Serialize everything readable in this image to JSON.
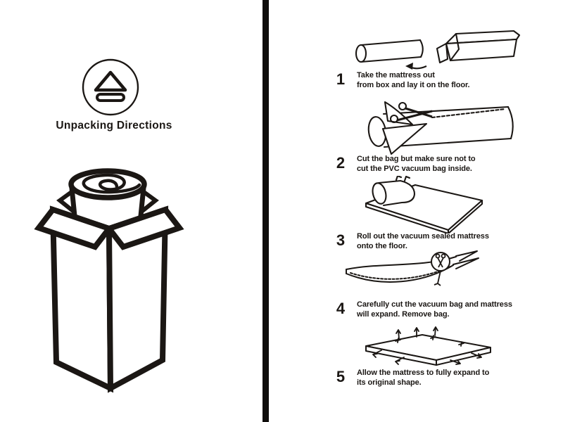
{
  "colors": {
    "background": "#ffffff",
    "ink": "#1b1714",
    "divider": "#0f0d0b"
  },
  "left_panel": {
    "icon": "eject-icon",
    "title": "Unpacking Directions",
    "illustration": "rolled-mattress-in-open-box"
  },
  "steps": [
    {
      "number": "1",
      "text": "Take the mattress out\nfrom box and lay it on the floor.",
      "illustration": "mattress-roll-taken-out-of-box"
    },
    {
      "number": "2",
      "text": "Cut the bag but make sure not to\ncut the PVC vacuum bag inside.",
      "illustration": "scissors-cutting-outer-bag"
    },
    {
      "number": "3",
      "text": "Roll out the vacuum sealed mattress\nonto the floor.",
      "illustration": "mattress-unrolling-on-floor"
    },
    {
      "number": "4",
      "text": "Carefully cut the vacuum bag and mattress\nwill expand. Remove bag.",
      "illustration": "scissors-cutting-vacuum-bag"
    },
    {
      "number": "5",
      "text": "Allow the mattress to fully expand to\nits original shape.",
      "illustration": "mattress-fully-expanding"
    }
  ]
}
